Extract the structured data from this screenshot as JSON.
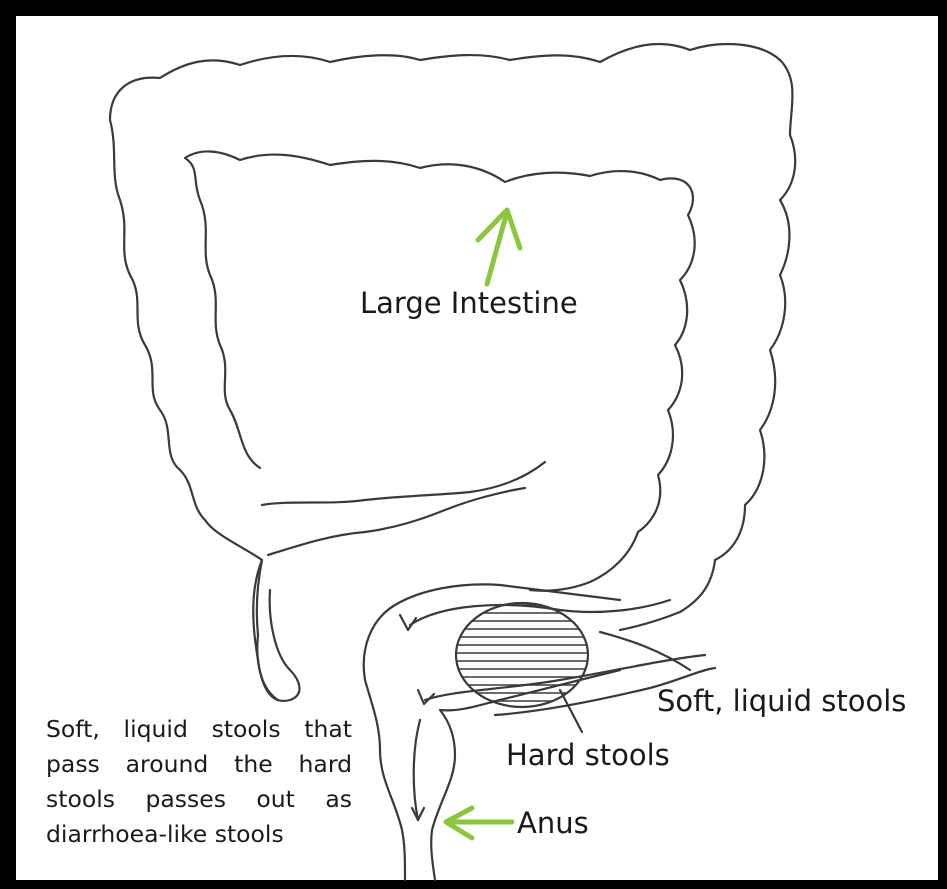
{
  "diagram": {
    "title": "",
    "labels": {
      "large_intestine": "Large Intestine",
      "soft_liquid_stools": "Soft, liquid stools",
      "hard_stools": "Hard stools",
      "anus": "Anus",
      "overflow_note": "Soft, liquid stools that pass around the hard stools passes out as diarrhoea-like stools"
    },
    "colors": {
      "arrow": "#8cc63f",
      "outline": "#3a3a3a",
      "frame": "#000000"
    },
    "icons": [
      "green-arrow-icon",
      "flow-arrowhead-icon"
    ]
  }
}
